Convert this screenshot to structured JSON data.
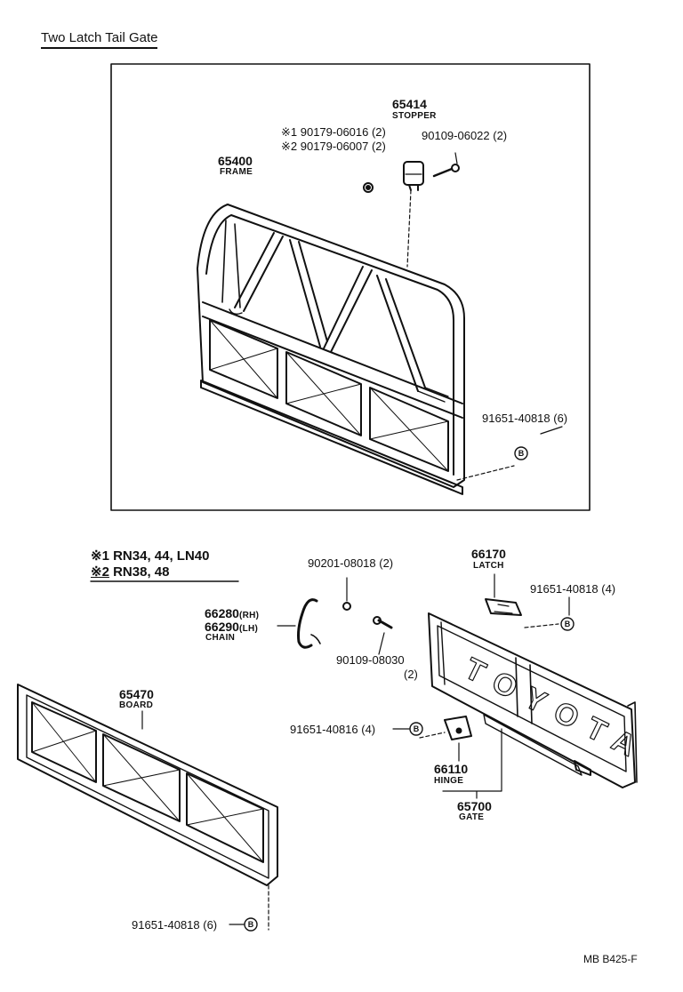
{
  "title": "Two Latch Tail Gate",
  "doc_ref": "MB  B425-F",
  "notes": {
    "n1_mark": "※1",
    "n1_text": "RN34, 44, LN40",
    "n2_mark": "※2",
    "n2_text": "RN38, 48"
  },
  "parts": {
    "frame": {
      "number": "65400",
      "name": "FRAME"
    },
    "stopper": {
      "number": "65414",
      "name": "STOPPER"
    },
    "bolt_n1": "※1 90179-06016 (2)",
    "bolt_n2": "※2 90179-06007 (2)",
    "bolt_90109_06022": "90109-06022 (2)",
    "rivet_frame": "91651-40818 (6)",
    "latch": {
      "number": "66170",
      "name": "LATCH"
    },
    "rivet_latch": "91651-40818 (4)",
    "washer_90201": "90201-08018 (2)",
    "chain": {
      "number_rh": "66280",
      "tag_rh": "(RH)",
      "number_lh": "66290",
      "tag_lh": "(LH)",
      "name": "CHAIN"
    },
    "bolt_90109_08030": "90109-08030",
    "bolt_90109_08030_qty": "(2)",
    "board": {
      "number": "65470",
      "name": "BOARD"
    },
    "rivet_hinge": "91651-40816 (4)",
    "hinge": {
      "number": "66110",
      "name": "HINGE"
    },
    "gate": {
      "number": "65700",
      "name": "GATE"
    },
    "rivet_board": "91651-40818 (6)",
    "callout_b": "B",
    "gate_emboss": "TOYOTA"
  }
}
